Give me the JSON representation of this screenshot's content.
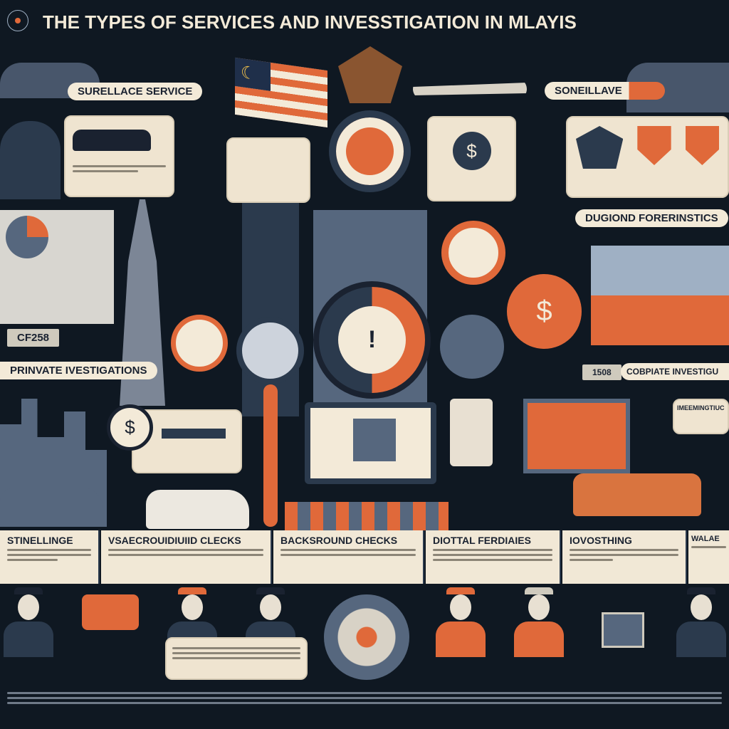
{
  "title": "THE TYPES OF SERVICES AND INVESSTIGATION IN MLAYIS",
  "colors": {
    "background": "#0f1822",
    "accent": "#e0693a",
    "panel": "#f1e8d6",
    "slate": "#56677e"
  },
  "labels": {
    "surveillance": "SURELLACE SERVICE",
    "soneillave": "SONEILLAVE",
    "forensics": "DUGIOND FORERINSTICS",
    "private": "PRINVATE IVESTIGATIONS",
    "corporate": "COBPIATE INVESTIGU",
    "corporate_code": "1508",
    "plate": "CF258",
    "immerging": "IMEEMINGTIUC"
  },
  "bottom_panels": [
    {
      "title": "STINELLINGE"
    },
    {
      "title": "VSAECROUIDIUIID CLECKS"
    },
    {
      "title": "BACKSROUND CHECKS"
    },
    {
      "title": "DIOTTAL FERDIAIES"
    },
    {
      "title": "IOVOSTHING"
    },
    {
      "title": "WALAE"
    }
  ],
  "icons": [
    "compass-icon",
    "flag-icon",
    "emblem-icon",
    "airplane-icon",
    "clock-icon",
    "dollar-icon",
    "magnifier-icon",
    "lock-icon",
    "monitor-icon",
    "car-icon",
    "gun-icon",
    "person-icon",
    "camera-icon",
    "flower-icon",
    "map-icon"
  ]
}
